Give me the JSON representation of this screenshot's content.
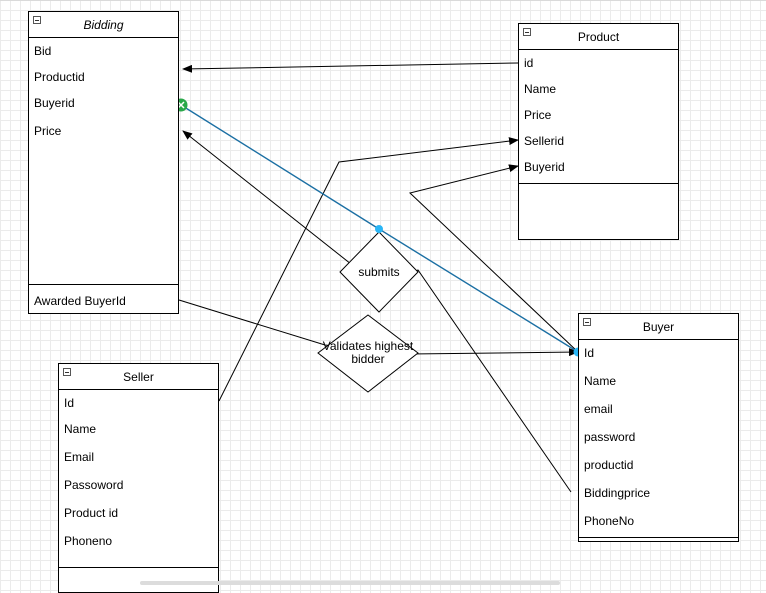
{
  "entities": {
    "bidding": {
      "title": "Bidding",
      "fields": [
        "Bid",
        "Productid",
        "Buyerid",
        "Price"
      ],
      "footer": "Awarded BuyerId"
    },
    "product": {
      "title": "Product",
      "fields": [
        "id",
        "Name",
        "Price",
        "Sellerid",
        "Buyerid"
      ]
    },
    "buyer": {
      "title": "Buyer",
      "fields": [
        "Id",
        "Name",
        "email",
        "password",
        "productid",
        "Biddingprice",
        "PhoneNo"
      ]
    },
    "seller": {
      "title": "Seller",
      "fields": [
        "Id",
        "Name",
        "Email",
        "Passoword",
        "Product id",
        "Phoneno"
      ]
    }
  },
  "relationships": {
    "submits": "submits",
    "validates_line1": "Validates highest",
    "validates_line2": "bidder"
  },
  "colors": {
    "selected_edge": "#1b6fa3",
    "selection_handle": "#29b6f6",
    "connection_ok": "#2aa84a"
  },
  "icons": [
    "collapse-icon",
    "connection-check-icon",
    "selection-handle-icon"
  ]
}
